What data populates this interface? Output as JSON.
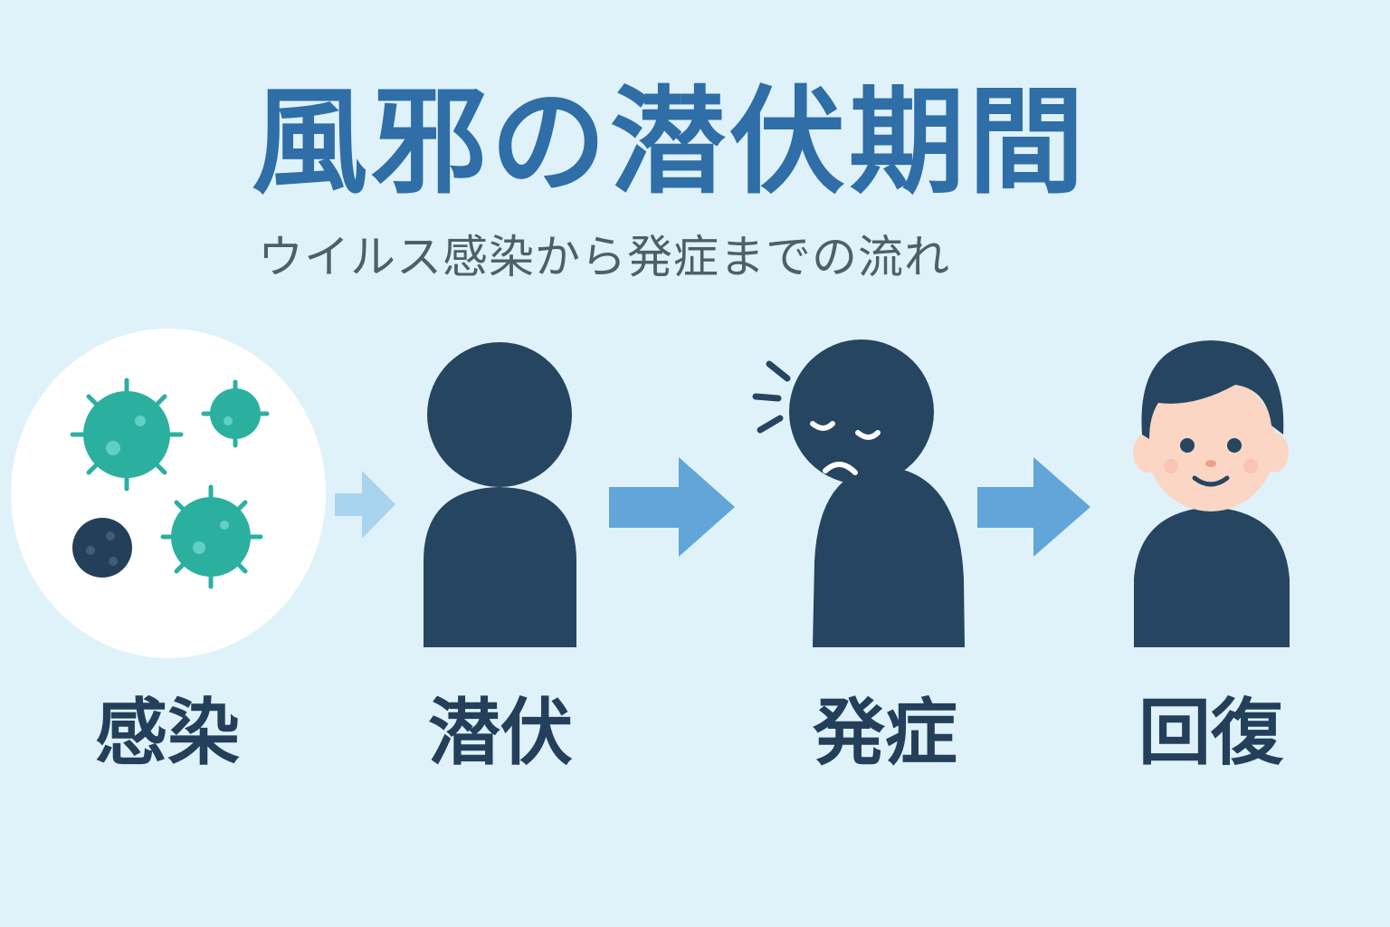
{
  "title": "風邪の潜伏期間",
  "subtitle": "ウイルス感染から発症までの流れ",
  "stages": [
    {
      "label": "感染",
      "icon": "virus-icon"
    },
    {
      "label": "潜伏",
      "icon": "person-silhouette-icon"
    },
    {
      "label": "発症",
      "icon": "sick-person-icon"
    },
    {
      "label": "回復",
      "icon": "recovered-person-icon"
    }
  ],
  "colors": {
    "background": "#dff2fa",
    "title": "#2f6ea7",
    "figure": "#264560",
    "arrow": "#62a5d8",
    "arrow_light": "#a9d4f0",
    "virus": "#2bb0a0",
    "skin": "#fbd6c4"
  }
}
